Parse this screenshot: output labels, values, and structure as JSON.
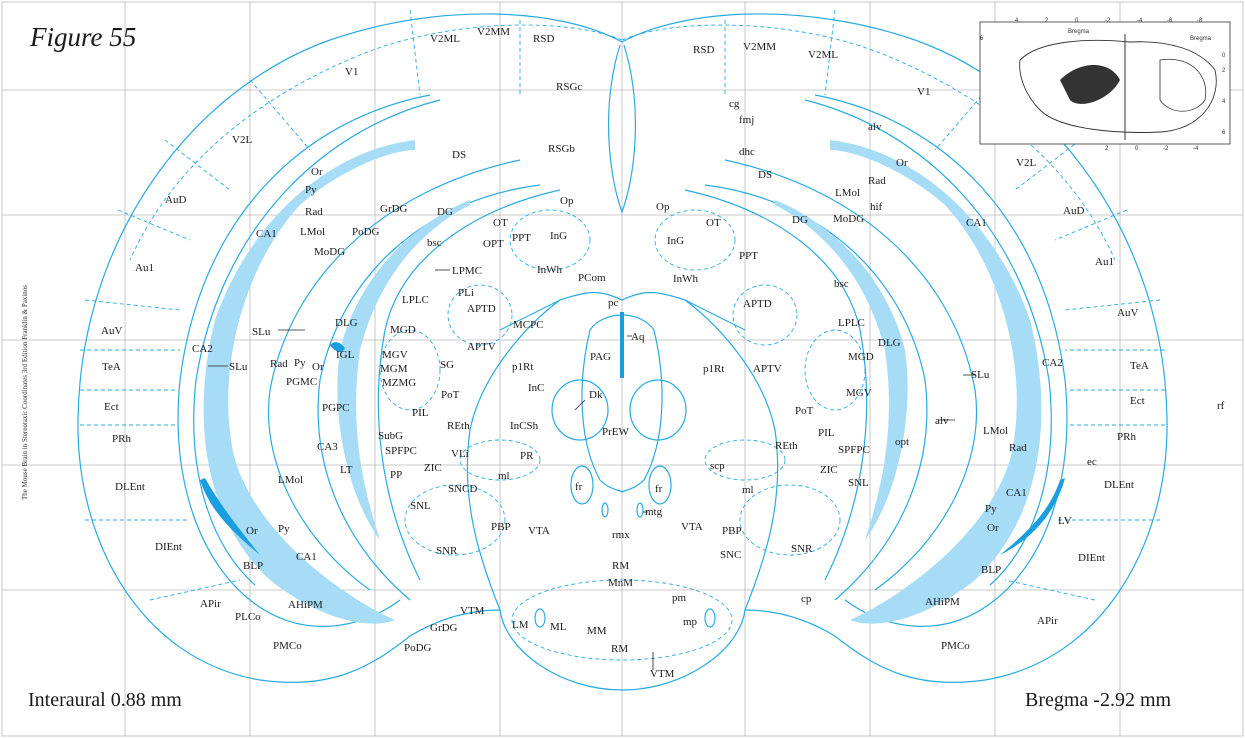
{
  "figure": {
    "title": "Figure 55",
    "interaural": "Interaural 0.88 mm",
    "bregma": "Bregma -2.92 mm",
    "side_credit": "The Mouse Brain in Stereotaxic Coordinates 3rd Edition  Franklin & Paxinos"
  },
  "inset": {
    "top_ticks": [
      "4",
      "2",
      "0",
      "-2",
      "-4",
      "-6",
      "-8"
    ],
    "bottom_ticks": [
      "2",
      "0",
      "-2",
      "-4"
    ],
    "left_ticks": [
      "6"
    ],
    "right_ticks": [
      "0",
      "2",
      "4",
      "6"
    ],
    "bregma_label_1": "Bregma",
    "bregma_label_2": "Bregma"
  },
  "colors": {
    "line": "#29abe2",
    "fill": "#a6dcf5",
    "dark_fill": "#1b9ede"
  },
  "regions": [
    "V2ML",
    "V2MM",
    "RSD",
    "V1",
    "RSGc",
    "V2L",
    "RSGb",
    "DS",
    "Or",
    "Py",
    "Rad",
    "AuD",
    "CA1",
    "LMol",
    "GrDG",
    "MoDG",
    "PoDG",
    "DG",
    "OT",
    "OPT",
    "PPT",
    "InG",
    "Op",
    "Au1",
    "bsc",
    "LPMC",
    "InWh",
    "PLi",
    "LPLC",
    "PCom",
    "APTD",
    "pc",
    "AuV",
    "SLu",
    "DLG",
    "MCPC",
    "Aq",
    "CA2",
    "Py",
    "Or",
    "IGL",
    "MGD",
    "APTV",
    "PAG",
    "TeA",
    "SLu",
    "Rad",
    "MGV",
    "MGM",
    "SG",
    "p1Rt",
    "PGMC",
    "MZMG",
    "InC",
    "Ect",
    "PGPC",
    "PoT",
    "Dk",
    "PIL",
    "REth",
    "InCSh",
    "CA3",
    "SubG",
    "SPFPC",
    "PrEW",
    "PRh",
    "LT",
    "VLi",
    "PR",
    "ZIC",
    "ml",
    "PP",
    "SNCD",
    "fr",
    "fr",
    "DLEnt",
    "LMol",
    "SNL",
    "mtg",
    "PBP",
    "VTA",
    "Or",
    "Py",
    "rmx",
    "DIEnt",
    "CA1",
    "SNR",
    "BLP",
    "RM",
    "MnM",
    "APir",
    "AHiPM",
    "pm",
    "VTM",
    "LM",
    "ML",
    "MM",
    "mp",
    "PLCo",
    "GrDG",
    "PMCo",
    "PoDG",
    "RM",
    "VTM",
    "RSD",
    "V2MM",
    "V2ML",
    "V1",
    "cg",
    "fmj",
    "alv",
    "dhc",
    "V2L",
    "Or",
    "DS",
    "Rad",
    "LMol",
    "hif",
    "AuD",
    "DG",
    "MoDG",
    "CA1",
    "Op",
    "OT",
    "InG",
    "PPT",
    "Au1",
    "bsc",
    "InWh",
    "APTD",
    "AuV",
    "LPLC",
    "DLG",
    "MGD",
    "CA2",
    "TeA",
    "p1Rt",
    "APTV",
    "SLu",
    "MGV",
    "Ect",
    "PoT",
    "alv",
    "PIL",
    "opt",
    "LMol",
    "REth",
    "SPFPC",
    "PRh",
    "Rad",
    "scp",
    "ec",
    "ZIC",
    "ml",
    "SNL",
    "DLEnt",
    "CA1",
    "Py",
    "VTA",
    "PBP",
    "Or",
    "LV",
    "SNC",
    "SNR",
    "DIEnt",
    "cp",
    "BLP",
    "AHiPM",
    "APir",
    "PMCo",
    "rf"
  ]
}
